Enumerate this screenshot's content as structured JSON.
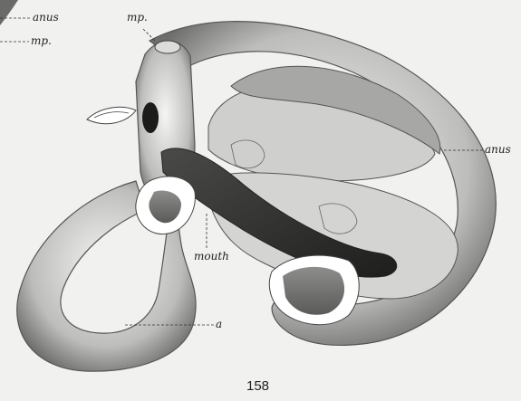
{
  "figure": {
    "labels": {
      "anus_top_left": "anus",
      "mp_left": "mp.",
      "mp_top": "mp.",
      "anus_right": "anus",
      "mouth": "mouth",
      "a": "a"
    },
    "page_number": "158"
  }
}
